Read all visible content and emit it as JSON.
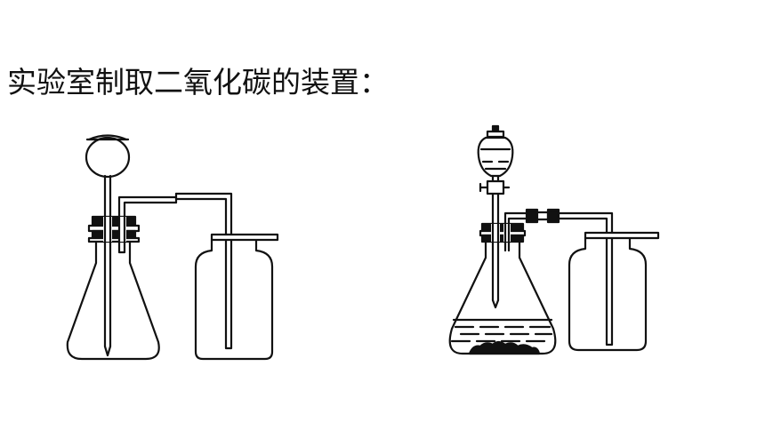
{
  "title": "实验室制取二氧化碳的装置：",
  "colors": {
    "ink": "#111111",
    "background": "#ffffff"
  },
  "apparatus": [
    {
      "id": "left-setup",
      "components": [
        "thistle-funnel",
        "conical-flask",
        "rubber-stopper",
        "delivery-tube",
        "gas-collection-bottle",
        "glass-plate"
      ]
    },
    {
      "id": "right-setup",
      "components": [
        "separatory-funnel",
        "stopcock",
        "conical-flask",
        "rubber-stopper",
        "liquid",
        "solid-reactant",
        "rubber-tube-connector",
        "delivery-tube",
        "gas-collection-bottle",
        "glass-plate"
      ]
    }
  ]
}
